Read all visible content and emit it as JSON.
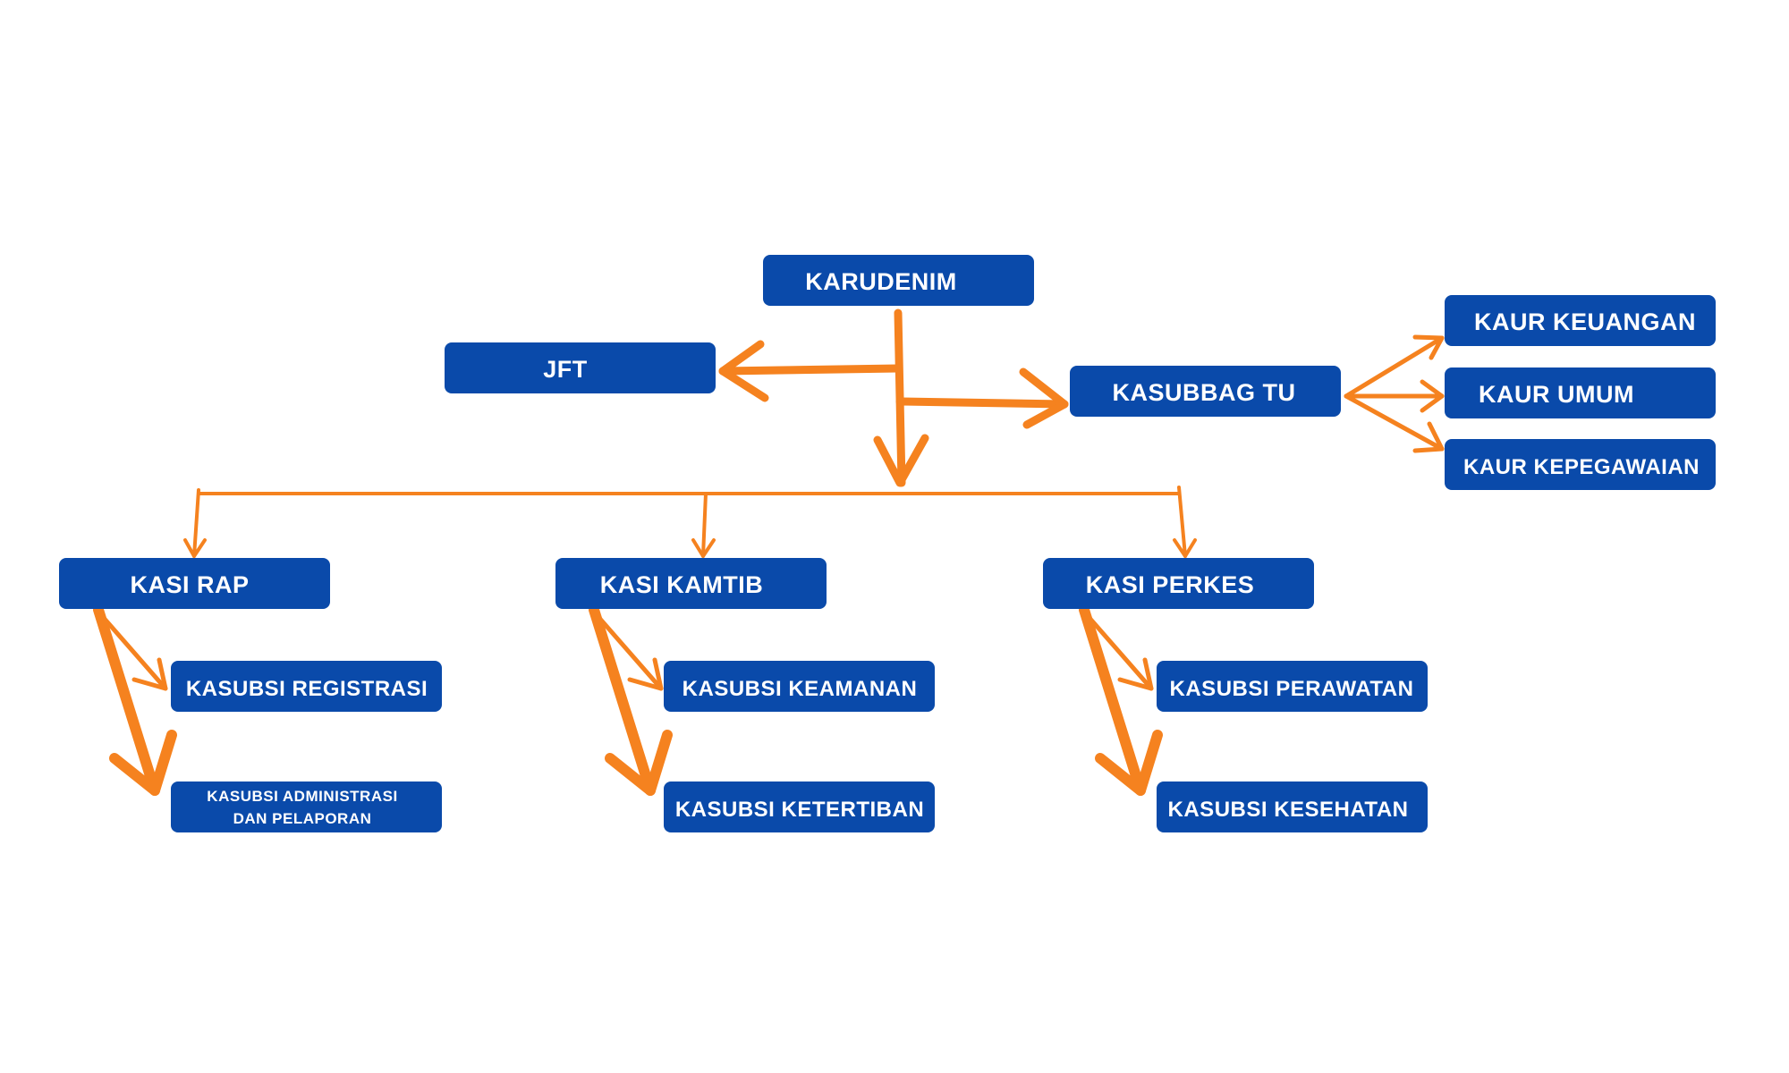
{
  "colors": {
    "node_fill": "#0a4aaa",
    "node_text": "#ffffff",
    "connector": "#f5821f",
    "background": "#ffffff"
  },
  "nodes": {
    "karudenim": {
      "label": "KARUDENIM"
    },
    "jft": {
      "label": "JFT"
    },
    "kasubbag_tu": {
      "label": "KASUBBAG TU"
    },
    "kaur_keuangan": {
      "label": "KAUR KEUANGAN"
    },
    "kaur_umum": {
      "label": "KAUR UMUM"
    },
    "kaur_kepegawaian": {
      "label": "KAUR KEPEGAWAIAN"
    },
    "kasi_rap": {
      "label": "KASI RAP"
    },
    "kasi_kamtib": {
      "label": "KASI KAMTIB"
    },
    "kasi_perkes": {
      "label": "KASI PERKES"
    },
    "kasubsi_registrasi": {
      "label": "KASUBSI REGISTRASI"
    },
    "kasubsi_administrasi": {
      "label_line1": "KASUBSI ADMINISTRASI",
      "label_line2": "DAN PELAPORAN"
    },
    "kasubsi_keamanan": {
      "label": "KASUBSI KEAMANAN"
    },
    "kasubsi_ketertiban": {
      "label": "KASUBSI KETERTIBAN"
    },
    "kasubsi_perawatan": {
      "label": "KASUBSI PERAWATAN"
    },
    "kasubsi_kesehatan": {
      "label": "KASUBSI KESEHATAN"
    }
  },
  "edges": [
    {
      "from": "KARUDENIM",
      "to": "JFT"
    },
    {
      "from": "KARUDENIM",
      "to": "KASUBBAG TU"
    },
    {
      "from": "KARUDENIM",
      "to": "KASI RAP"
    },
    {
      "from": "KARUDENIM",
      "to": "KASI KAMTIB"
    },
    {
      "from": "KARUDENIM",
      "to": "KASI PERKES"
    },
    {
      "from": "KASUBBAG TU",
      "to": "KAUR KEUANGAN"
    },
    {
      "from": "KASUBBAG TU",
      "to": "KAUR UMUM"
    },
    {
      "from": "KASUBBAG TU",
      "to": "KAUR KEPEGAWAIAN"
    },
    {
      "from": "KASI RAP",
      "to": "KASUBSI REGISTRASI"
    },
    {
      "from": "KASI RAP",
      "to": "KASUBSI ADMINISTRASI DAN PELAPORAN"
    },
    {
      "from": "KASI KAMTIB",
      "to": "KASUBSI KEAMANAN"
    },
    {
      "from": "KASI KAMTIB",
      "to": "KASUBSI KETERTIBAN"
    },
    {
      "from": "KASI PERKES",
      "to": "KASUBSI PERAWATAN"
    },
    {
      "from": "KASI PERKES",
      "to": "KASUBSI KESEHATAN"
    }
  ]
}
